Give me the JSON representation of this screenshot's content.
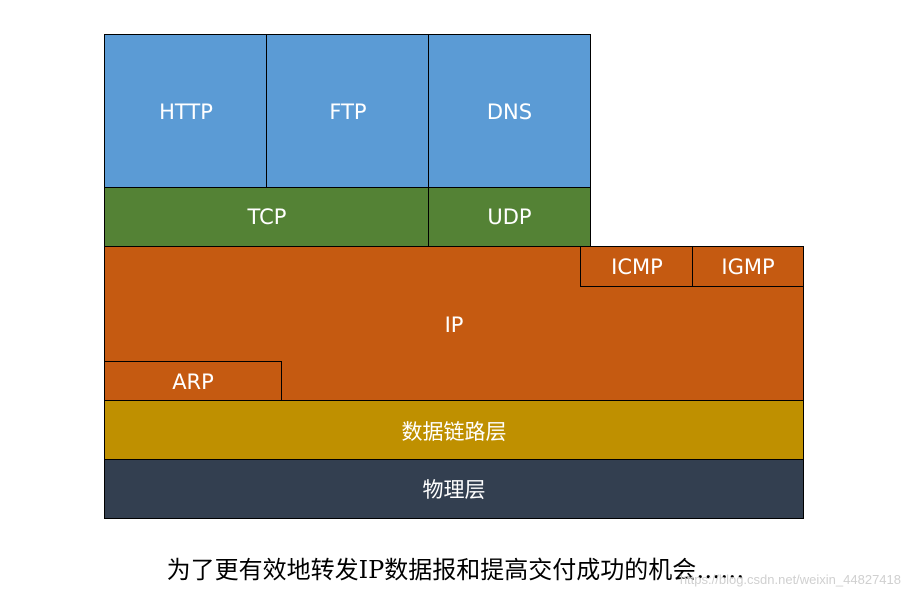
{
  "diagram": {
    "application_layer": [
      "HTTP",
      "FTP",
      "DNS"
    ],
    "transport_layer": [
      "TCP",
      "UDP"
    ],
    "network_layer": {
      "main": "IP",
      "sub_protocols": [
        "ICMP",
        "IGMP",
        "ARP"
      ]
    },
    "data_link_layer": "数据链路层",
    "physical_layer": "物理层"
  },
  "caption": "为了更有效地转发IP数据报和提高交付成功的机会……",
  "watermark": "https://blog.csdn.net/weixin_44827418",
  "colors": {
    "application": "#5b9bd5",
    "transport": "#548235",
    "network": "#c55a11",
    "data_link": "#bf9000",
    "physical": "#333f50"
  }
}
